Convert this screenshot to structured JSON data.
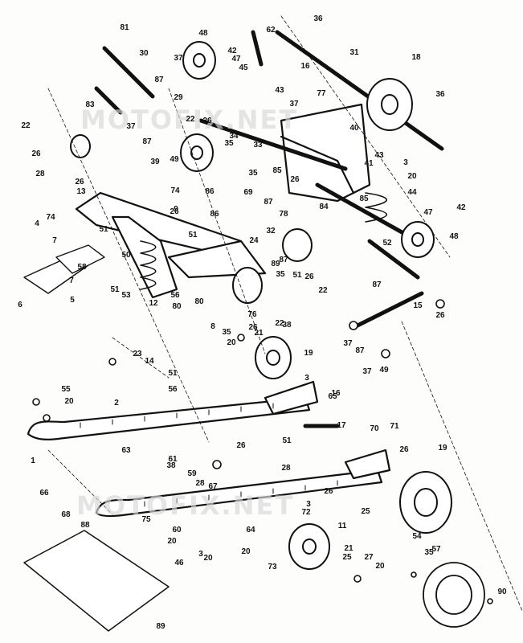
{
  "watermark_top": "MOTOFIX.NET",
  "watermark_bottom": "MOTOFIX.NET",
  "callouts": [
    "81",
    "48",
    "62",
    "36",
    "37",
    "42",
    "47",
    "30",
    "87",
    "45",
    "16",
    "31",
    "18",
    "36",
    "29",
    "83",
    "43",
    "77",
    "37",
    "22",
    "26",
    "22",
    "26",
    "34",
    "40",
    "37",
    "87",
    "35",
    "28",
    "49",
    "39",
    "33",
    "85",
    "26",
    "43",
    "41",
    "3",
    "20",
    "35",
    "26",
    "74",
    "86",
    "69",
    "87",
    "85",
    "44",
    "74",
    "13",
    "86",
    "26",
    "9",
    "78",
    "84",
    "47",
    "42",
    "4",
    "51",
    "24",
    "32",
    "51",
    "7",
    "58",
    "50",
    "7",
    "48",
    "56",
    "6",
    "51",
    "52",
    "53",
    "12",
    "80",
    "87",
    "87",
    "35",
    "89",
    "51",
    "26",
    "22",
    "5",
    "80",
    "8",
    "35",
    "26",
    "76",
    "22",
    "26",
    "15",
    "37",
    "87",
    "49",
    "21",
    "38",
    "23",
    "14",
    "20",
    "19",
    "37",
    "51",
    "56",
    "55",
    "20",
    "3",
    "2",
    "65",
    "16",
    "17",
    "70",
    "71",
    "1",
    "61",
    "51",
    "26",
    "28",
    "63",
    "28",
    "26",
    "19",
    "38",
    "59",
    "66",
    "68",
    "67",
    "26",
    "3",
    "25",
    "72",
    "75",
    "60",
    "64",
    "11",
    "20",
    "3",
    "20",
    "20",
    "54",
    "21",
    "25",
    "27",
    "57",
    "88",
    "73",
    "35",
    "20",
    "46",
    "90",
    "89"
  ]
}
